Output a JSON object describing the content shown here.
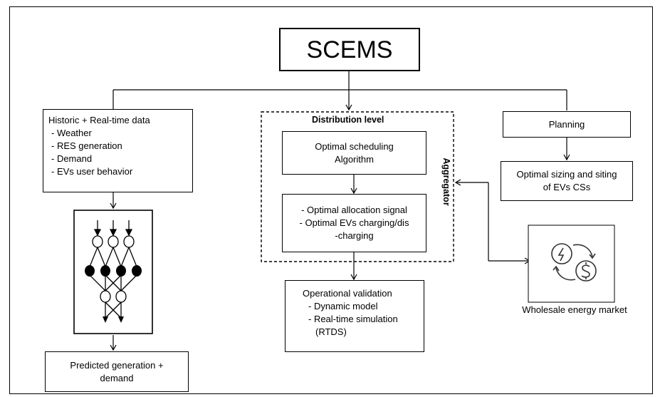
{
  "title": "SCEMS",
  "historic_box": {
    "heading": "Historic + Real-time data",
    "items": [
      "- Weather",
      "- RES generation",
      "- Demand",
      "- EVs user behavior"
    ]
  },
  "predicted_box": {
    "line1": "Predicted generation +",
    "line2": "demand"
  },
  "distribution": {
    "label": "Distribution level",
    "aggregator": "Aggregator"
  },
  "scheduling_box": {
    "line1": "Optimal scheduling",
    "line2": "Algorithm"
  },
  "allocation_box": {
    "line1": "- Optimal allocation signal",
    "line2": "- Optimal EVs charging/dis",
    "line3": "-charging"
  },
  "validation_box": {
    "heading": "Operational validation",
    "items": [
      "- Dynamic model",
      "- Real-time simulation",
      "(RTDS)"
    ]
  },
  "planning_box": {
    "label": "Planning"
  },
  "sizing_box": {
    "line1": "Optimal sizing and siting",
    "line2": "of EVs CSs"
  },
  "market": {
    "label": "Wholesale energy market",
    "icon": "energy-money-exchange-icon"
  },
  "neural_net_icon": "neural-network-icon"
}
